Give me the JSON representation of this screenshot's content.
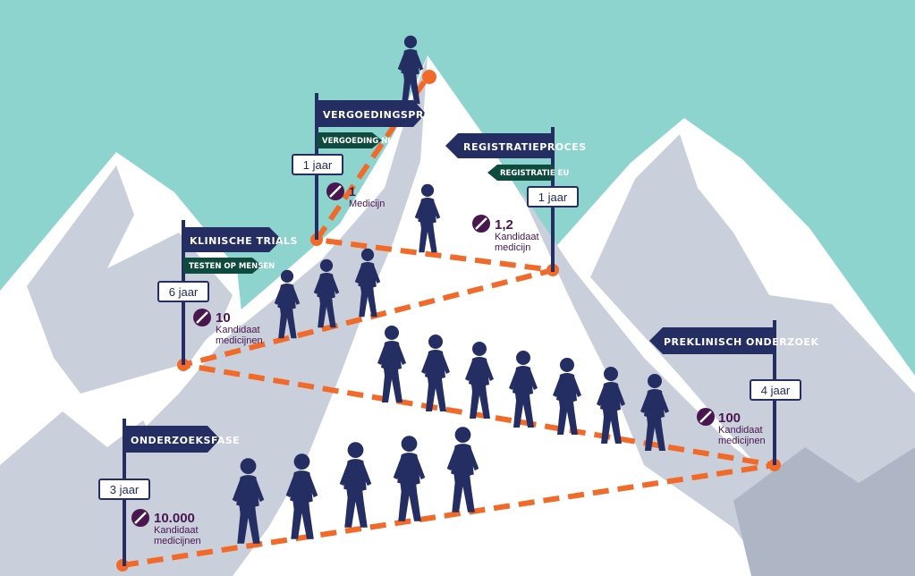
{
  "colors": {
    "sky": "#8dd4cf",
    "snow": "#ffffff",
    "rock": "#c9cfdb",
    "rock_dark": "#aeb6c6",
    "navy": "#242e63",
    "green": "#0f4a3e",
    "orange": "#f26a2a",
    "purple": "#4a1650"
  },
  "stages": [
    {
      "id": "onderzoeksfase",
      "title": "ONDERZOEKSFASE",
      "duration": "3 jaar",
      "count": "10.000",
      "count_line1": "Kandidaat",
      "count_line2": "medicijnen",
      "icon": "pill-icon"
    },
    {
      "id": "preklinisch",
      "title": "PREKLINISCH ONDERZOEK",
      "duration": "4 jaar",
      "count": "100",
      "count_line1": "Kandidaat",
      "count_line2": "medicijnen",
      "icon": "pill-icon"
    },
    {
      "id": "klinisch",
      "title": "KLINISCHE TRIALS",
      "subtitle": "TESTEN OP MENSEN",
      "duration": "6 jaar",
      "count": "10",
      "count_line1": "Kandidaat",
      "count_line2": "medicijnen",
      "icon": "pill-icon"
    },
    {
      "id": "registratie",
      "title": "REGISTRATIEPROCES",
      "subtitle": "REGISTRATIE EU",
      "duration": "1 jaar",
      "count": "1,2",
      "count_line1": "Kandidaat",
      "count_line2": "medicijn",
      "icon": "pill-icon"
    },
    {
      "id": "vergoeding",
      "title": "VERGOEDINGSPROCES",
      "subtitle": "VERGOEDING NL",
      "duration": "1 jaar",
      "count": "1",
      "count_line1": "Medicijn",
      "icon": "pill-icon"
    }
  ],
  "people_counts": {
    "bottom_row": 5,
    "middle_row": 7,
    "upper_row": 3,
    "near_top": 1,
    "summit": 1
  }
}
